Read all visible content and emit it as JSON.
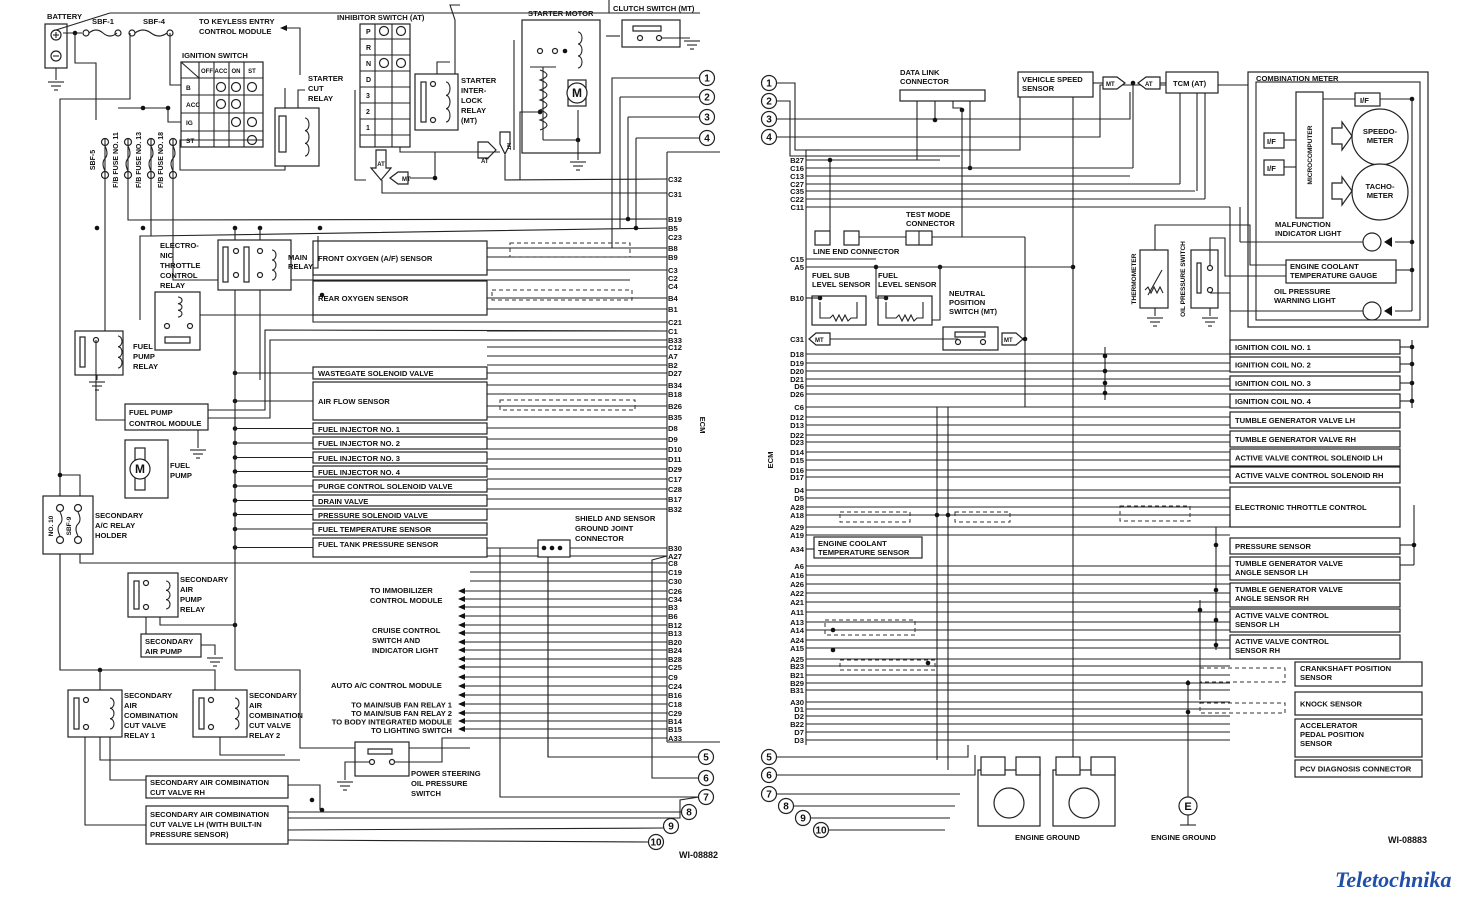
{
  "left": {
    "battery": "BATTERY",
    "sbf1": "SBF-1",
    "sbf4": "SBF-4",
    "keyless": [
      "TO KEYLESS ENTRY",
      "CONTROL MODULE"
    ],
    "ignition_switch": {
      "title": "IGNITION SWITCH",
      "cols": [
        "OFF",
        "ACC",
        "ON",
        "ST"
      ],
      "rows": [
        "B",
        "ACC",
        "IG",
        "ST"
      ]
    },
    "starter_cut_relay": [
      "STARTER",
      "CUT",
      "RELAY"
    ],
    "inhibitor": {
      "title": "INHIBITOR SWITCH (AT)",
      "positions": [
        "P",
        "R",
        "N",
        "D",
        "3",
        "2",
        "1"
      ]
    },
    "interlock_relay": [
      "STARTER",
      "INTER-",
      "LOCK",
      "RELAY",
      "(MT)"
    ],
    "starter_motor": "STARTER MOTOR",
    "motor_symbol": "M",
    "clutch_switch": "CLUTCH SWITCH (MT)",
    "fuses": [
      "SBF-5",
      "F/B FUSE NO. 11",
      "F/B FUSE NO. 13",
      "F/B FUSE NO. 18"
    ],
    "etc_relay": [
      "ELECTRO-",
      "NIC",
      "THROTTLE",
      "CONTROL",
      "RELAY"
    ],
    "main_relay": [
      "MAIN",
      "RELAY"
    ],
    "fuel_pump_relay": [
      "FUEL",
      "PUMP",
      "RELAY"
    ],
    "fuel_pump_control_module": [
      "FUEL PUMP",
      "CONTROL MODULE"
    ],
    "fuel_pump": [
      "FUEL",
      "PUMP"
    ],
    "ac_relay_holder": [
      "SECONDARY",
      "A/C RELAY",
      "HOLDER"
    ],
    "ac_holder_fuses": [
      "NO. 10",
      "SBF-9"
    ],
    "sec_air_pump_relay": [
      "SECONDARY",
      "AIR",
      "PUMP",
      "RELAY"
    ],
    "sec_air_pump": [
      "SECONDARY",
      "AIR PUMP"
    ],
    "cut_valve_relay1": [
      "SECONDARY",
      "AIR",
      "COMBINATION",
      "CUT VALVE",
      "RELAY 1"
    ],
    "cut_valve_relay2": [
      "SECONDARY",
      "AIR",
      "COMBINATION",
      "CUT VALVE",
      "RELAY 2"
    ],
    "cut_valve_rh": [
      "SECONDARY AIR COMBINATION",
      "CUT VALVE RH"
    ],
    "cut_valve_lh": [
      "SECONDARY AIR COMBINATION",
      "CUT VALVE LH (WITH BUILT-IN",
      "PRESSURE SENSOR)"
    ],
    "ps_switch": [
      "POWER STEERING",
      "OIL PRESSURE",
      "SWITCH"
    ],
    "shield_connector": [
      "SHIELD AND SENSOR",
      "GROUND JOINT",
      "CONNECTOR"
    ],
    "sensors": [
      "FRONT OXYGEN (A/F) SENSOR",
      "REAR OXYGEN SENSOR",
      "WASTEGATE SOLENOID VALVE",
      "AIR FLOW SENSOR",
      "FUEL INJECTOR NO. 1",
      "FUEL INJECTOR NO. 2",
      "FUEL INJECTOR NO. 3",
      "FUEL INJECTOR NO. 4",
      "PURGE CONTROL SOLENOID VALVE",
      "DRAIN VALVE",
      "PRESSURE SOLENOID VALVE",
      "FUEL TEMPERATURE SENSOR",
      "FUEL TANK PRESSURE SENSOR"
    ],
    "immobilizer": [
      "TO IMMOBILIZER",
      "CONTROL MODULE"
    ],
    "cruise": [
      "CRUISE CONTROL",
      "SWITCH AND",
      "INDICATOR LIGHT"
    ],
    "outputs": [
      "AUTO A/C CONTROL MODULE",
      "TO MAIN/SUB FAN RELAY 1",
      "TO MAIN/SUB FAN RELAY 2",
      "TO BODY INTEGRATED MODULE",
      "TO LIGHTING SWITCH"
    ],
    "at": "AT",
    "mt": "MT",
    "ecm_label": "ECM",
    "pins": [
      "C32",
      "C31",
      "B19",
      "B5",
      "C23",
      "B8",
      "B9",
      "C3",
      "C2",
      "C4",
      "B4",
      "B1",
      "C21",
      "C1",
      "B33",
      "C12",
      "A7",
      "B2",
      "D27",
      "B34",
      "B18",
      "B26",
      "B35",
      "D8",
      "D9",
      "D10",
      "D11",
      "D29",
      "C17",
      "C28",
      "B17",
      "B32",
      "B30",
      "A27",
      "C8",
      "C19",
      "C30",
      "C26",
      "C34",
      "B3",
      "B6",
      "B12",
      "B13",
      "B20",
      "B24",
      "B28",
      "C25",
      "C9",
      "C24",
      "B16",
      "C18",
      "C29",
      "B14",
      "B15",
      "A33"
    ],
    "connectors": [
      "1",
      "2",
      "3",
      "4",
      "5",
      "6",
      "7",
      "8",
      "9",
      "10"
    ],
    "ref": "WI-08882"
  },
  "right": {
    "data_link": [
      "DATA LINK",
      "CONNECTOR"
    ],
    "vehicle_speed_sensor": [
      "VEHICLE SPEED",
      "SENSOR"
    ],
    "mt": "MT",
    "at": "AT",
    "tcm": "TCM (AT)",
    "combination_meter": "COMBINATION METER",
    "if_label": "I/F",
    "microcomputer": "MICROCOMPUTER",
    "speedometer": [
      "SPEEDO-",
      "METER"
    ],
    "tachometer": [
      "TACHO-",
      "METER"
    ],
    "mil": [
      "MALFUNCTION",
      "INDICATOR LIGHT"
    ],
    "thermometer": "THERMOMETER",
    "oil_pressure_switch": "OIL PRESSURE SWITCH",
    "coolant_gauge": [
      "ENGINE COOLANT",
      "TEMPERATURE GAUGE"
    ],
    "oil_warning": [
      "OIL PRESSURE",
      "WARNING LIGHT"
    ],
    "test_mode": [
      "TEST MODE",
      "CONNECTOR"
    ],
    "line_end": "LINE END CONNECTOR",
    "fuel_sub_level": [
      "FUEL SUB",
      "LEVEL SENSOR"
    ],
    "fuel_level": [
      "FUEL",
      "LEVEL SENSOR"
    ],
    "neutral_switch": [
      "NEUTRAL",
      "POSITION",
      "SWITCH (MT)"
    ],
    "coolant_sensor": [
      "ENGINE COOLANT",
      "TEMPERATURE SENSOR"
    ],
    "ecm_label": "ECM",
    "pins": [
      "B27",
      "C16",
      "C13",
      "C27",
      "C35",
      "C22",
      "C11",
      "C15",
      "A5",
      "B10",
      "C31",
      "D18",
      "D19",
      "D20",
      "D21",
      "D6",
      "D26",
      "C6",
      "D12",
      "D13",
      "D22",
      "D23",
      "D14",
      "D15",
      "D16",
      "D17",
      "D4",
      "D5",
      "A28",
      "A18",
      "A29",
      "A19",
      "A34",
      "A6",
      "A16",
      "A26",
      "A22",
      "A21",
      "A11",
      "A13",
      "A14",
      "A24",
      "A15",
      "A25",
      "B23",
      "B21",
      "B29",
      "B31",
      "A30",
      "D1",
      "D2",
      "B22",
      "D7",
      "D3"
    ],
    "components": [
      "IGNITION COIL NO. 1",
      "IGNITION COIL NO. 2",
      "IGNITION COIL NO. 3",
      "IGNITION COIL NO. 4",
      "TUMBLE GENERATOR VALVE LH",
      "TUMBLE GENERATOR VALVE RH",
      "ACTIVE VALVE CONTROL SOLENOID LH",
      "ACTIVE VALVE CONTROL SOLENOID RH",
      "ELECTRONIC THROTTLE CONTROL",
      "PRESSURE SENSOR"
    ],
    "components2": [
      [
        "TUMBLE GENERATOR VALVE",
        "ANGLE SENSOR LH"
      ],
      [
        "TUMBLE GENERATOR VALVE",
        "ANGLE SENSOR RH"
      ],
      [
        "ACTIVE VALVE CONTROL",
        "SENSOR LH"
      ],
      [
        "ACTIVE VALVE CONTROL",
        "SENSOR RH"
      ],
      [
        "CRANKSHAFT POSITION",
        "SENSOR"
      ],
      [
        "KNOCK SENSOR"
      ],
      [
        "ACCELERATOR",
        "PEDAL POSITION",
        "SENSOR"
      ],
      [
        "PCV DIAGNOSIS CONNECTOR"
      ]
    ],
    "engine_ground": "ENGINE GROUND",
    "ground_symbol": "E",
    "connectors": [
      "1",
      "2",
      "3",
      "4",
      "5",
      "6",
      "7",
      "8",
      "9",
      "10"
    ],
    "ref": "WI-08883"
  },
  "logo": "Teletochnika"
}
